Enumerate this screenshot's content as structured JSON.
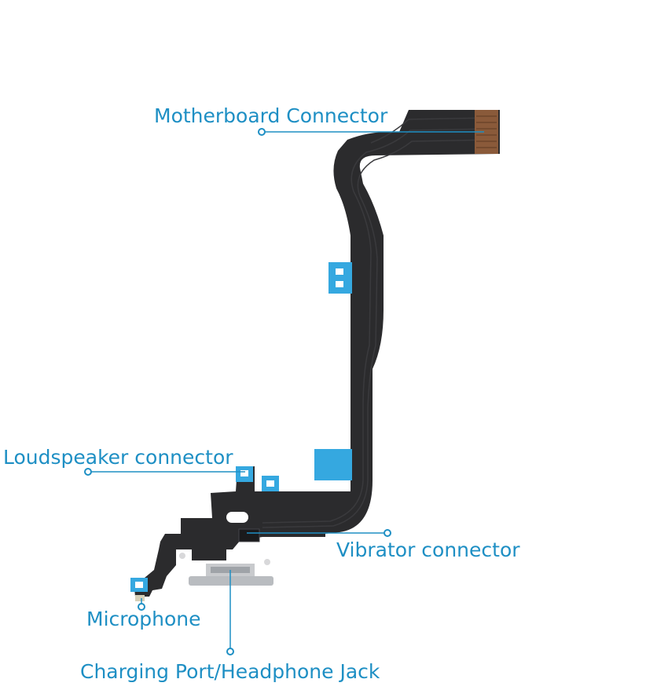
{
  "colors": {
    "accent": "#1e8fc4",
    "flex_cable": "#2b2b2d",
    "flex_trace": "#3a3a3d",
    "blue_tape": "#35a8e0",
    "connector_copper": "#8a5a3a",
    "port_silver": "#b9bcc0"
  },
  "labels": {
    "motherboard": "Motherboard Connector",
    "loudspeaker": "Loudspeaker connector",
    "vibrator": "Vibrator connector",
    "microphone": "Microphone",
    "charging": "Charging Port/Headphone Jack"
  }
}
